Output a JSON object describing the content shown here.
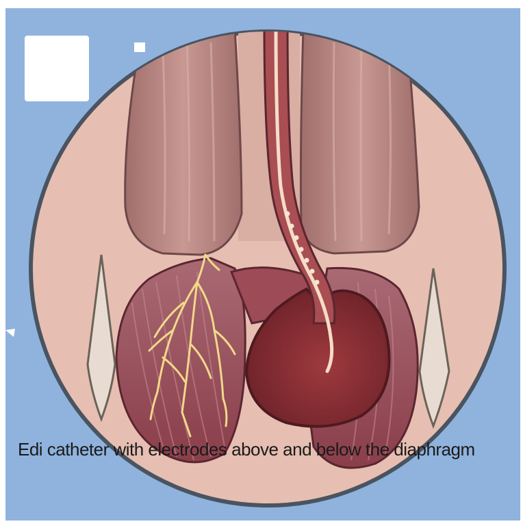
{
  "figure": {
    "caption": "Edi catheter with electrodes above and below the diaphragm",
    "colors": {
      "background_blue": "#8fb3dd",
      "circle_fill": "#e6bfb2",
      "circle_border": "#4a5460",
      "lung": "#b9847f",
      "diaphragm": "#a7575e",
      "stomach": "#8d2f34",
      "nerve": "#f1d98a",
      "catheter": "#f6dcc9"
    },
    "icons": [
      "lungs-illustration",
      "diaphragm-illustration",
      "stomach-illustration",
      "catheter-tube",
      "phrenic-nerve",
      "electrode-dots"
    ]
  }
}
